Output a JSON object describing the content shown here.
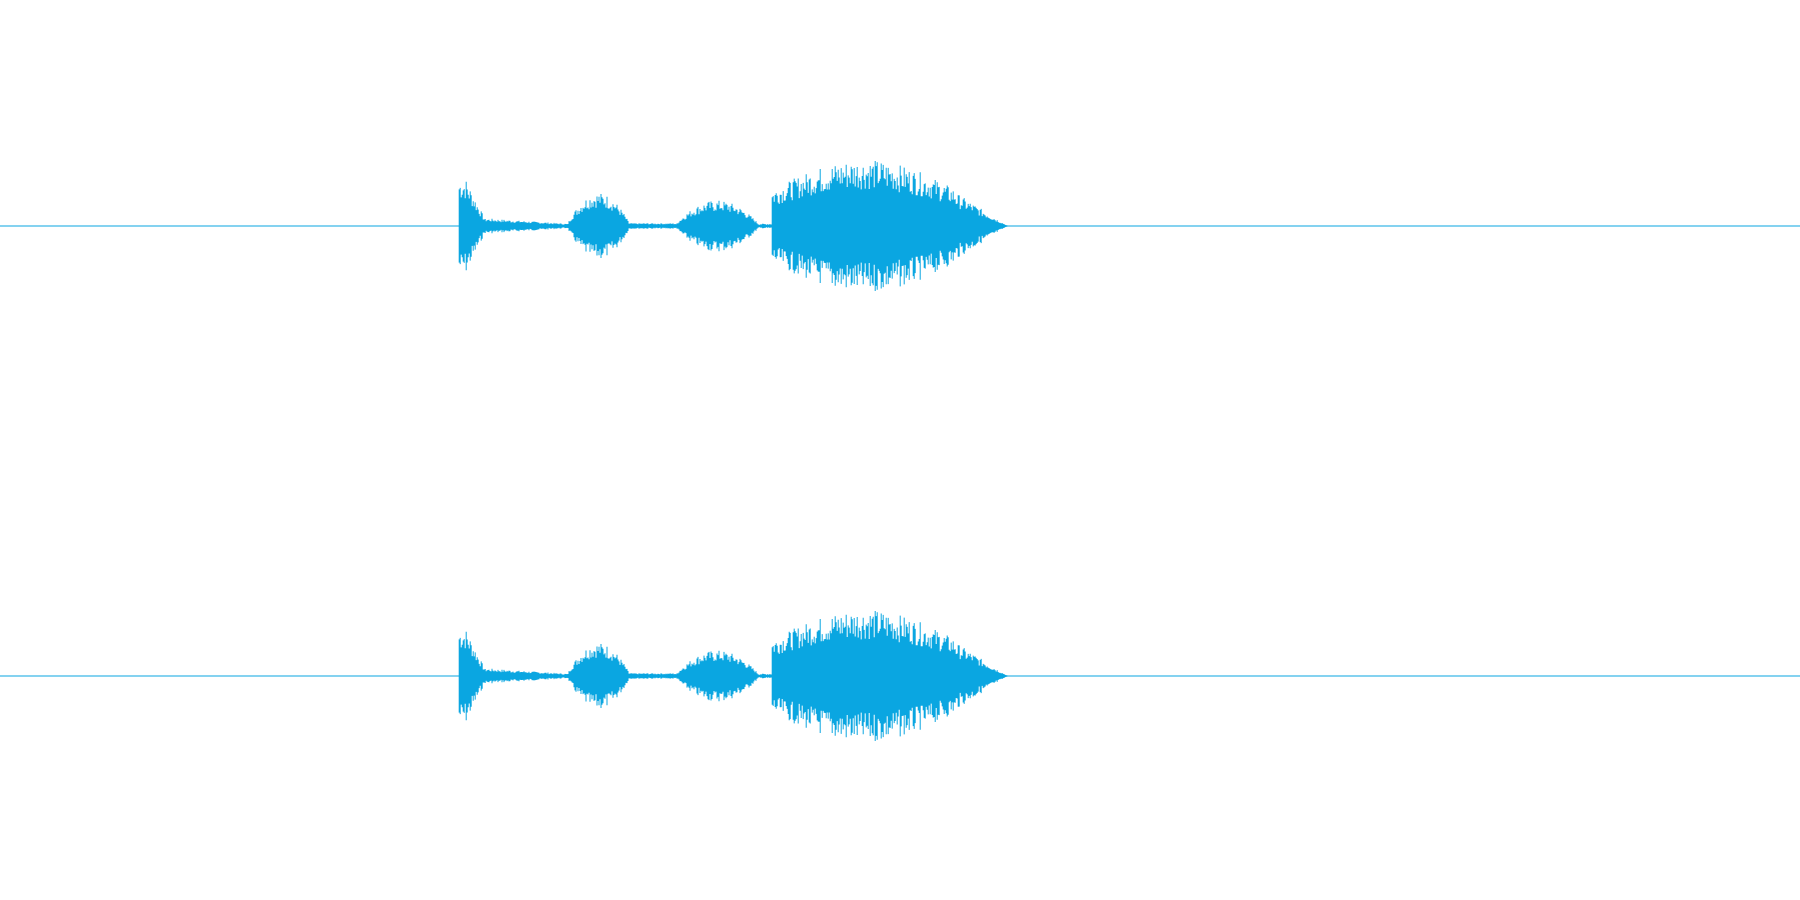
{
  "waveform": {
    "color": "#0aa6e1",
    "background": "#ffffff",
    "channel_count": 2,
    "channels": [
      {
        "segments": [
          {
            "start": 0.2551,
            "end": 0.27,
            "peak": 0.5,
            "envelope": "burst"
          },
          {
            "start": 0.27,
            "end": 0.315,
            "peak": 0.08,
            "envelope": "decay"
          },
          {
            "start": 0.315,
            "end": 0.35,
            "peak": 0.35,
            "envelope": "dome"
          },
          {
            "start": 0.35,
            "end": 0.375,
            "peak": 0.05,
            "envelope": "flat"
          },
          {
            "start": 0.375,
            "end": 0.422,
            "peak": 0.27,
            "envelope": "dome"
          },
          {
            "start": 0.422,
            "end": 0.429,
            "peak": 0.04,
            "envelope": "flat"
          },
          {
            "start": 0.429,
            "end": 0.56,
            "peak": 0.7,
            "envelope": "swell"
          }
        ]
      },
      {
        "segments": [
          {
            "start": 0.2551,
            "end": 0.27,
            "peak": 0.5,
            "envelope": "burst"
          },
          {
            "start": 0.27,
            "end": 0.315,
            "peak": 0.08,
            "envelope": "decay"
          },
          {
            "start": 0.315,
            "end": 0.35,
            "peak": 0.35,
            "envelope": "dome"
          },
          {
            "start": 0.35,
            "end": 0.375,
            "peak": 0.05,
            "envelope": "flat"
          },
          {
            "start": 0.375,
            "end": 0.422,
            "peak": 0.27,
            "envelope": "dome"
          },
          {
            "start": 0.422,
            "end": 0.429,
            "peak": 0.04,
            "envelope": "flat"
          },
          {
            "start": 0.429,
            "end": 0.56,
            "peak": 0.7,
            "envelope": "swell"
          }
        ]
      }
    ]
  }
}
